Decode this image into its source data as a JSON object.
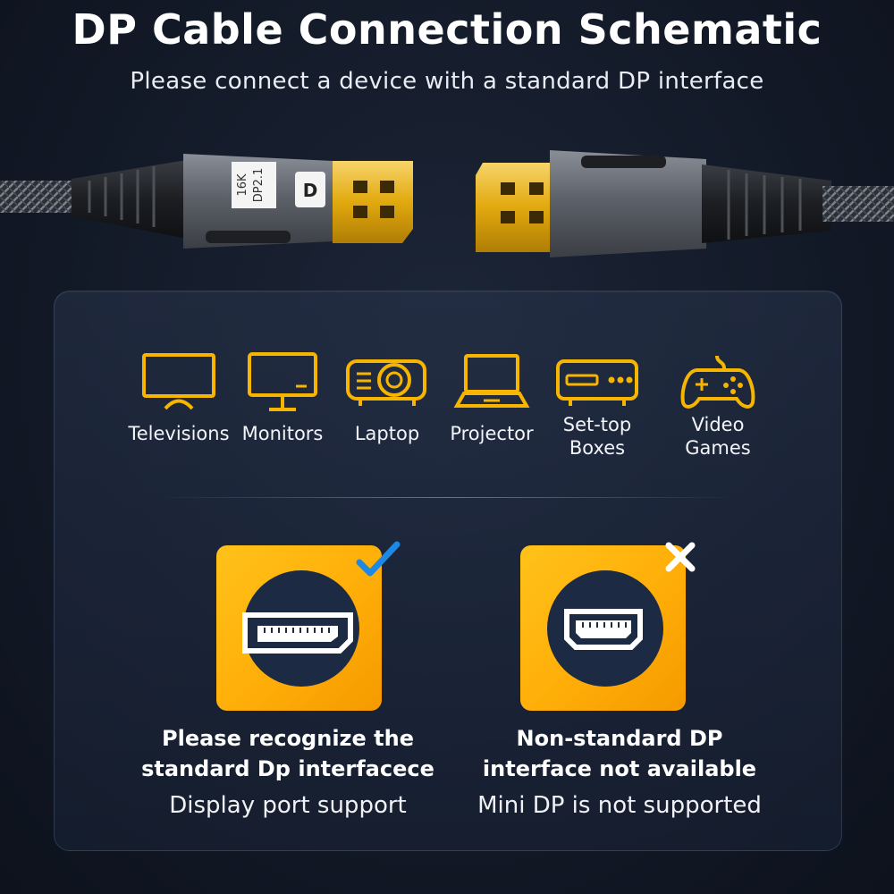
{
  "header": {
    "title": "DP Cable Connection Schematic",
    "subtitle": "Please connect a device with a standard DP interface"
  },
  "cable": {
    "left_plug_text": [
      "16K",
      "DP2.1"
    ],
    "logo_letter": "D"
  },
  "devices": [
    {
      "label": "Televisions",
      "icon": "television-icon"
    },
    {
      "label": "Monitors",
      "icon": "monitor-icon"
    },
    {
      "label": "Laptop",
      "icon": "projector-icon"
    },
    {
      "label": "Projector",
      "icon": "laptop-icon"
    },
    {
      "label": "Set-top\nBoxes",
      "icon": "set-top-box-icon"
    },
    {
      "label": "Video\nGames",
      "icon": "gamepad-icon"
    }
  ],
  "comparison": {
    "supported": {
      "title": "Please recognize the\nstandard Dp interfacece",
      "note": "Display port support",
      "mark": "checkmark"
    },
    "unsupported": {
      "title": "Non-standard DP\ninterface not available",
      "note": "Mini DP is not supported",
      "mark": "X"
    }
  },
  "colors": {
    "accent": "#FFB300",
    "icon_stroke": "#F7B500",
    "check": "#1E88E5",
    "background": "#131A28"
  }
}
